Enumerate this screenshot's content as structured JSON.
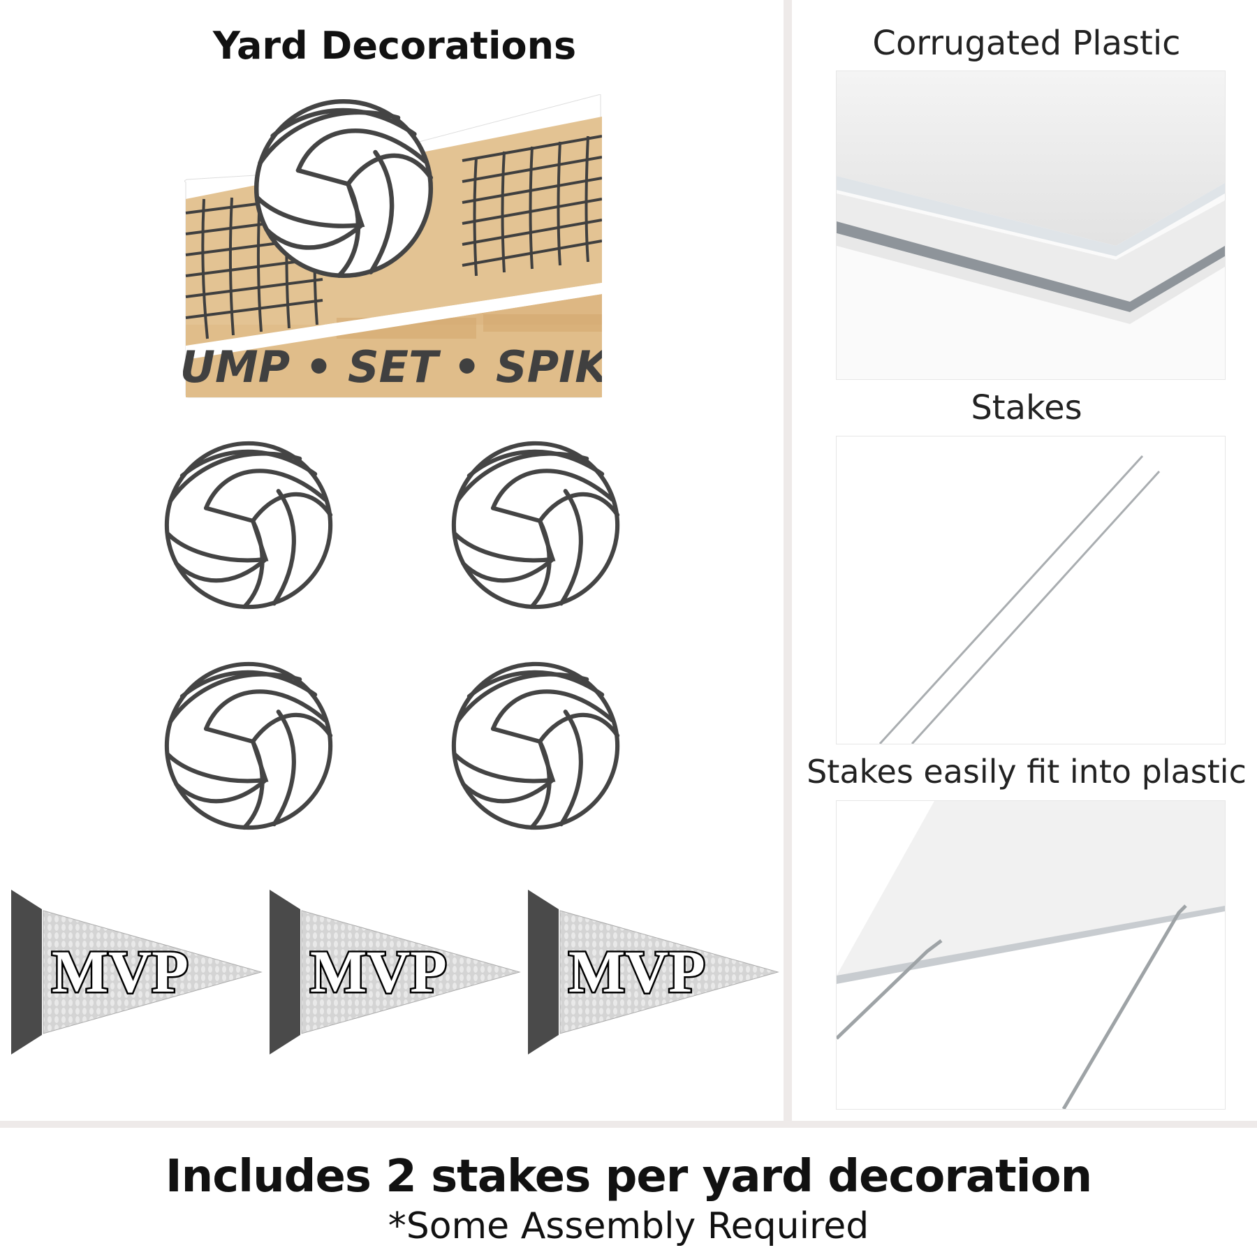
{
  "left_panel": {
    "title": "Yard Decorations",
    "sign": {
      "text": "BUMP • SET • SPIKE",
      "colors": {
        "wood": "#e3c393",
        "wood_dark": "#cfa56c",
        "net": "#3f3f3f"
      }
    },
    "balls_count": 4,
    "pennants": [
      {
        "text": "MVP"
      },
      {
        "text": "MVP"
      },
      {
        "text": "MVP"
      }
    ]
  },
  "right_panel": {
    "sections": [
      {
        "label": "Corrugated Plastic"
      },
      {
        "label": "Stakes"
      },
      {
        "label": "Stakes easily fit into plastic"
      }
    ]
  },
  "footer": {
    "headline": "Includes 2 stakes per yard decoration",
    "note": "*Some Assembly Required"
  },
  "colors": {
    "divider": "#eeeae9",
    "dark_gray": "#4a4a4a"
  }
}
